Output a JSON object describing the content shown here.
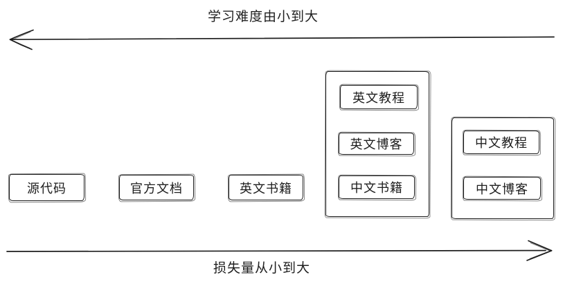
{
  "diagram": {
    "top_axis": {
      "label": "学习难度由小到大",
      "direction": "left"
    },
    "bottom_axis": {
      "label": "损失量从小到大",
      "direction": "right"
    },
    "nodes": [
      {
        "label": "源代码"
      },
      {
        "label": "官方文档"
      },
      {
        "label": "英文书籍"
      }
    ],
    "groups": [
      {
        "items": [
          "英文教程",
          "英文博客",
          "中文书籍"
        ]
      },
      {
        "items": [
          "中文教程",
          "中文博客"
        ]
      }
    ],
    "colors": {
      "stroke": "#1d1d1d",
      "background": "#ffffff"
    }
  }
}
